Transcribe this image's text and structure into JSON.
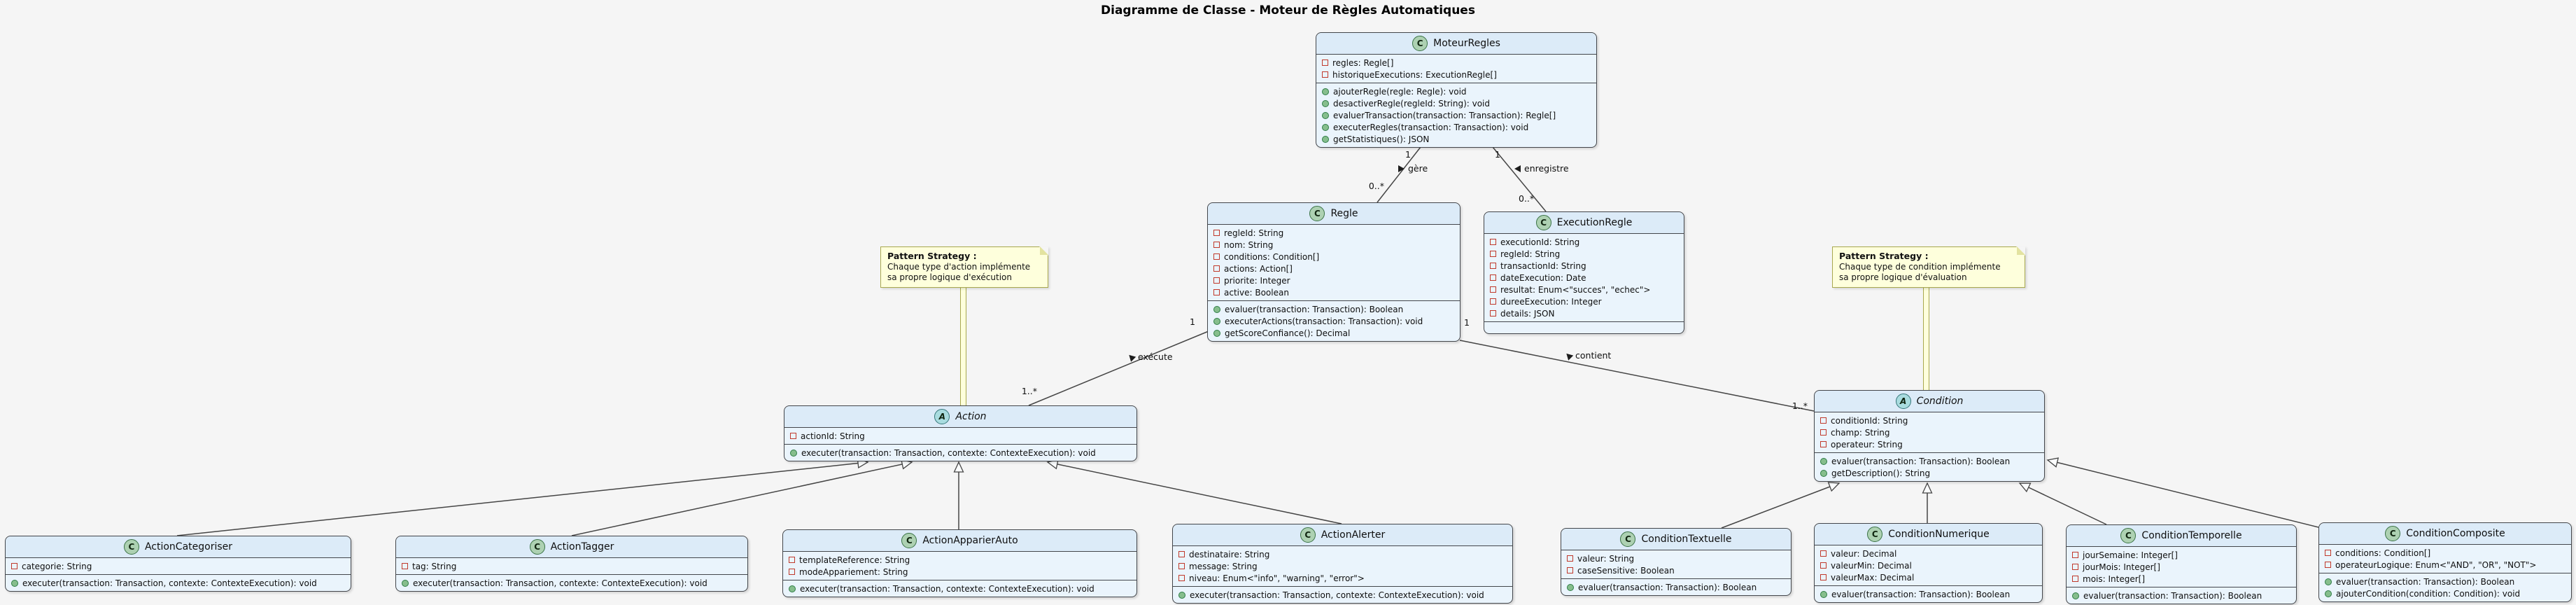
{
  "title": "Diagramme de Classe - Moteur de Règles Automatiques",
  "badge_letters": {
    "class": "C",
    "abstract": "A"
  },
  "notes": [
    {
      "title": "Pattern Strategy :",
      "lines": [
        "Chaque type d'action implémente",
        "sa propre logique d'exécution"
      ]
    },
    {
      "title": "Pattern Strategy :",
      "lines": [
        "Chaque type de condition implémente",
        "sa propre logique d'évaluation"
      ]
    }
  ],
  "classes": {
    "moteur": {
      "name": "MoteurRegles",
      "letter": "C",
      "attributes": [
        "regles: Regle[]",
        "historiqueExecutions: ExecutionRegle[]"
      ],
      "methods": [
        "ajouterRegle(regle: Regle): void",
        "desactiverRegle(regleId: String): void",
        "evaluerTransaction(transaction: Transaction): Regle[]",
        "executerRegles(transaction: Transaction): void",
        "getStatistiques(): JSON"
      ]
    },
    "regle": {
      "name": "Regle",
      "letter": "C",
      "attributes": [
        "regleId: String",
        "nom: String",
        "conditions: Condition[]",
        "actions: Action[]",
        "priorite: Integer",
        "active: Boolean"
      ],
      "methods": [
        "evaluer(transaction: Transaction): Boolean",
        "executerActions(transaction: Transaction): void",
        "getScoreConfiance(): Decimal"
      ]
    },
    "execution": {
      "name": "ExecutionRegle",
      "letter": "C",
      "attributes": [
        "executionId: String",
        "regleId: String",
        "transactionId: String",
        "dateExecution: Date",
        "resultat: Enum<\"succes\", \"echec\">",
        "dureeExecution: Integer",
        "details: JSON"
      ],
      "methods": []
    },
    "action": {
      "name": "Action",
      "letter": "A",
      "attributes": [
        "actionId: String"
      ],
      "methods": [
        "executer(transaction: Transaction, contexte: ContexteExecution): void"
      ]
    },
    "condition": {
      "name": "Condition",
      "letter": "A",
      "attributes": [
        "conditionId: String",
        "champ: String",
        "operateur: String"
      ],
      "methods": [
        "evaluer(transaction: Transaction): Boolean",
        "getDescription(): String"
      ]
    },
    "action_categoriser": {
      "name": "ActionCategoriser",
      "letter": "C",
      "attributes": [
        "categorie: String"
      ],
      "methods": [
        "executer(transaction: Transaction, contexte: ContexteExecution): void"
      ]
    },
    "action_tagger": {
      "name": "ActionTagger",
      "letter": "C",
      "attributes": [
        "tag: String"
      ],
      "methods": [
        "executer(transaction: Transaction, contexte: ContexteExecution): void"
      ]
    },
    "action_apparier_auto": {
      "name": "ActionApparierAuto",
      "letter": "C",
      "attributes": [
        "templateReference: String",
        "modeAppariement: String"
      ],
      "methods": [
        "executer(transaction: Transaction, contexte: ContexteExecution): void"
      ]
    },
    "action_alerter": {
      "name": "ActionAlerter",
      "letter": "C",
      "attributes": [
        "destinataire: String",
        "message: String",
        "niveau: Enum<\"info\", \"warning\", \"error\">"
      ],
      "methods": [
        "executer(transaction: Transaction, contexte: ContexteExecution): void"
      ]
    },
    "condition_textuelle": {
      "name": "ConditionTextuelle",
      "letter": "C",
      "attributes": [
        "valeur: String",
        "caseSensitive: Boolean"
      ],
      "methods": [
        "evaluer(transaction: Transaction): Boolean"
      ]
    },
    "condition_numerique": {
      "name": "ConditionNumerique",
      "letter": "C",
      "attributes": [
        "valeur: Decimal",
        "valeurMin: Decimal",
        "valeurMax: Decimal"
      ],
      "methods": [
        "evaluer(transaction: Transaction): Boolean"
      ]
    },
    "condition_temporelle": {
      "name": "ConditionTemporelle",
      "letter": "C",
      "attributes": [
        "jourSemaine: Integer[]",
        "jourMois: Integer[]",
        "mois: Integer[]"
      ],
      "methods": [
        "evaluer(transaction: Transaction): Boolean"
      ]
    },
    "condition_composite": {
      "name": "ConditionComposite",
      "letter": "C",
      "attributes": [
        "conditions: Condition[]",
        "operateurLogique: Enum<\"AND\", \"OR\", \"NOT\">"
      ],
      "methods": [
        "evaluer(transaction: Transaction): Boolean",
        "ajouterCondition(condition: Condition): void"
      ]
    }
  },
  "relations": {
    "gere": {
      "label": "gère",
      "from_mult": "1",
      "to_mult": "0..*"
    },
    "enregistre": {
      "label": "enregistre",
      "from_mult": "1",
      "to_mult": "0..*"
    },
    "execute": {
      "label": "exécute",
      "from_mult": "1",
      "to_mult": "1..*"
    },
    "contient": {
      "label": "contient",
      "from_mult": "1",
      "to_mult": "1..*"
    }
  }
}
